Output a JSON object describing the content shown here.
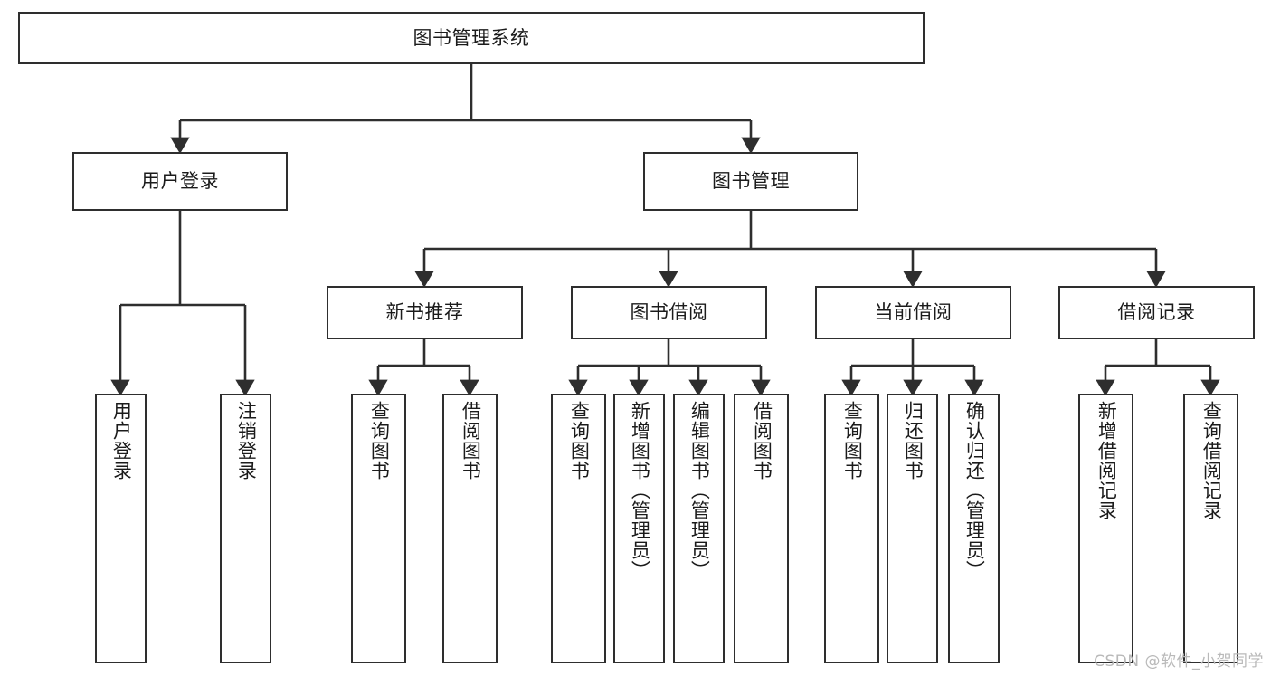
{
  "diagram": {
    "title": "图书管理系统",
    "watermark": "CSDN @软件_小贺同学",
    "colors": {
      "stroke": "#2e2e2e",
      "text": "#1b1b1b",
      "background": "#ffffff",
      "watermark": "#b9b9b9"
    },
    "root": {
      "label": "图书管理系统"
    },
    "level2": [
      {
        "label": "用户登录"
      },
      {
        "label": "图书管理"
      }
    ],
    "level3": [
      {
        "label": "新书推荐"
      },
      {
        "label": "图书借阅"
      },
      {
        "label": "当前借阅"
      },
      {
        "label": "借阅记录"
      }
    ],
    "leaves": {
      "user_login": [
        {
          "label": "用户登录"
        },
        {
          "label": "注销登录"
        }
      ],
      "new_book_recommend": [
        {
          "label": "查询图书"
        },
        {
          "label": "借阅图书"
        }
      ],
      "book_borrow": [
        {
          "label": "查询图书"
        },
        {
          "label": "新增图书（管理员）"
        },
        {
          "label": "编辑图书（管理员）"
        },
        {
          "label": "借阅图书"
        }
      ],
      "current_borrow": [
        {
          "label": "查询图书"
        },
        {
          "label": "归还图书"
        },
        {
          "label": "确认归还（管理员）"
        }
      ],
      "borrow_record": [
        {
          "label": "新增借阅记录"
        },
        {
          "label": "查询借阅记录"
        }
      ]
    }
  }
}
